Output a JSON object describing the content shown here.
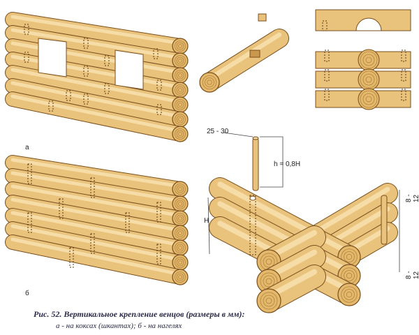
{
  "labels": {
    "wall_a": "а",
    "wall_b": "б",
    "dowel_diameter": "25 - 30",
    "dowel_height": "h = 0,8H",
    "wall_height": "H",
    "gap_top": "8 - 12",
    "gap_bottom": "8 - 12"
  },
  "caption": {
    "line1": "Рис. 52. Вертикальное крепление венцов (размеры в мм):",
    "line2": "а - на коксах (шкантах); б - на нагелях"
  },
  "colors": {
    "wood": "#e9c27c",
    "wood_outline": "#7a4f1c",
    "ring": "#b0823f"
  }
}
